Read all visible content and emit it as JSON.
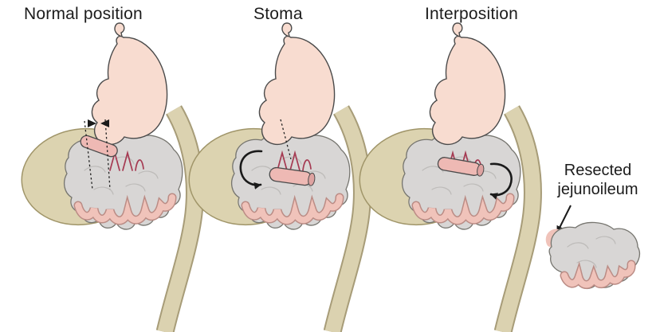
{
  "figure": {
    "panels": [
      {
        "title": "Normal position"
      },
      {
        "title": "Stoma"
      },
      {
        "title": "Interposition"
      }
    ],
    "annotation": {
      "line1": "Resected",
      "line2": "jejunoileum"
    }
  },
  "colors": {
    "background": "#ffffff",
    "text": "#1c1c1c",
    "stomach": "#f8dcd0",
    "stomach-outline": "#4a4a4a",
    "mesentery": "#dcd3b0",
    "mesentery-outline": "#a09569",
    "bowel-gray": "#d8d6d5",
    "bowel-gray-outline": "#76756f",
    "bowel-fold": "#bdbbb9",
    "bowel-pink": "#f0c3ba",
    "bowel-pink-outline": "#bb8c85",
    "colon": "#dbd2b0",
    "colon-outline": "#a79c78",
    "tube-pink": "#eeb9b4",
    "vessel-red": "#a53a52",
    "arrow-black": "#1a1a1a"
  }
}
